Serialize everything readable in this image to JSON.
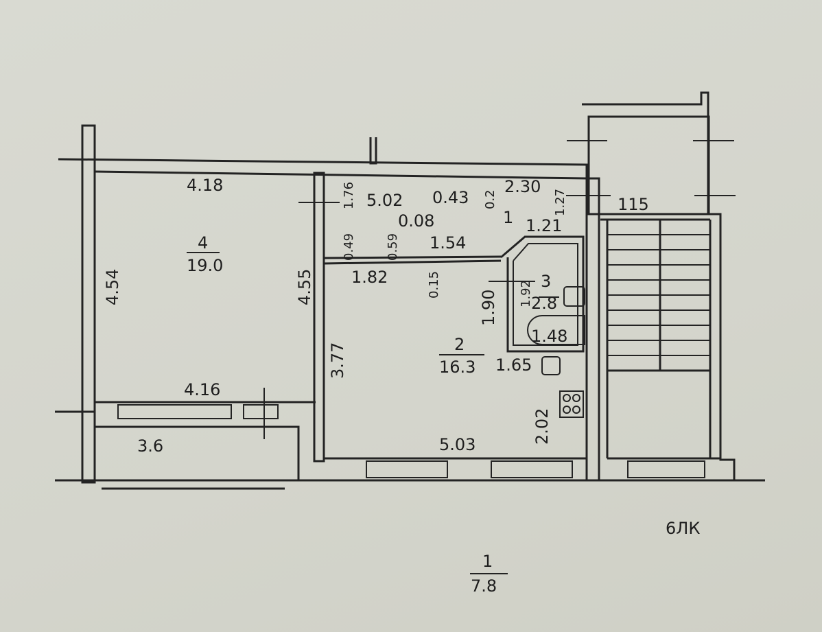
{
  "rooms": [
    {
      "number": "4",
      "area": "19.0"
    },
    {
      "number": "2",
      "area": "16.3"
    },
    {
      "number": "3",
      "area": "2.8"
    },
    {
      "number": "1"
    }
  ],
  "dimensions": {
    "d418": "4.18",
    "d454": "4.54",
    "d455": "4.55",
    "d416": "4.16",
    "d36": "3.6",
    "d502": "5.02",
    "d043": "0.43",
    "d02": "0.2",
    "d230": "2.30",
    "d127": "1.27",
    "d115": "115",
    "d176": "1.76",
    "d049": "0.49",
    "d059": "0.59",
    "d008": "0.08",
    "d154": "1.54",
    "d121": "1.21",
    "d182": "1.82",
    "d015": "0.15",
    "d190": "1.90",
    "d192": "1.92",
    "d148": "1.48",
    "d377": "3.77",
    "d165": "1.65",
    "d202": "2.02",
    "d503": "5.03"
  },
  "stamp": "6ЛК",
  "footer": {
    "numerator": "1",
    "denominator": "7.8"
  }
}
